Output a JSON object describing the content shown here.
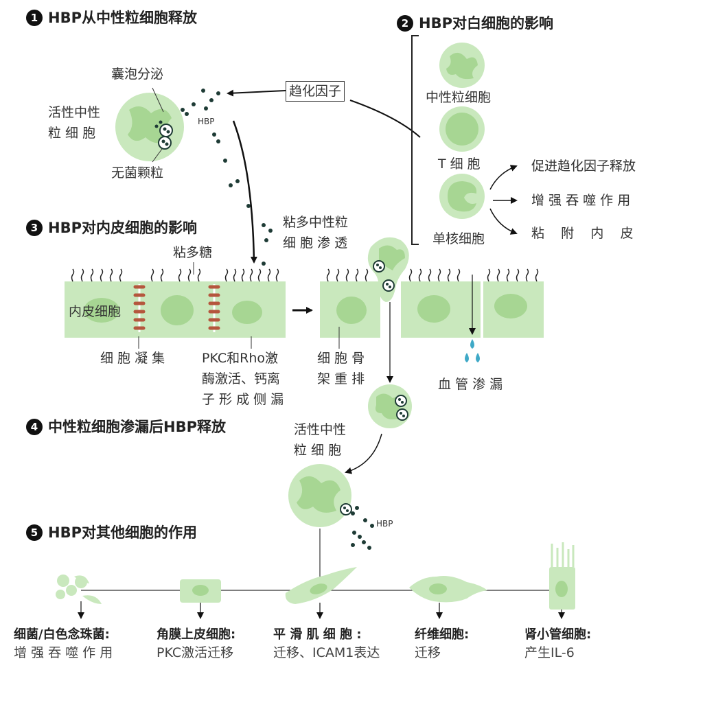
{
  "section1": {
    "number": "1",
    "title": "HBP从中性粒细胞释放"
  },
  "section2": {
    "number": "2",
    "title": "HBP对白细胞的影响"
  },
  "section3": {
    "number": "3",
    "title": "HBP对内皮细胞的影响"
  },
  "section4": {
    "number": "4",
    "title": "中性粒细胞渗漏后HBP释放"
  },
  "section5": {
    "number": "5",
    "title": "HBP对其他细胞的作用"
  },
  "labels": {
    "vesicle_secretion": "囊泡分泌",
    "active_neutrophil_1a": "活性中性",
    "active_neutrophil_1b": "粒 细 胞",
    "sterile_granule": "无菌颗粒",
    "hbp_1": "HBP",
    "chemokine": "趋化因子",
    "neutrophil": "中性粒细胞",
    "t_cell": "T 细 胞",
    "monocyte": "单核细胞",
    "effect_1": "促进趋化因子释放",
    "effect_2": "增 强 吞 噬 作 用",
    "effect_3": "粘    附    内    皮",
    "glycocalyx": "粘多糖",
    "adhesion_1": "粘多中性粒",
    "adhesion_2": "细 胞 渗 透",
    "endothelial": "内皮细胞",
    "aggregation": "细 胞 凝 集",
    "pkc_1": "PKC和Rho激",
    "pkc_2": "酶激活、钙离",
    "pkc_3": "子 形 成 侧 漏",
    "cytoskeleton_1": "细 胞 骨",
    "cytoskeleton_2": "架 重 排",
    "leak": "血 管 渗 漏",
    "active_neutrophil_2a": "活性中性",
    "active_neutrophil_2b": "粒 细 胞",
    "hbp_2": "HBP"
  },
  "bottom_targets": [
    {
      "title": "细菌/白色念珠菌:",
      "desc": "增 强 吞 噬 作 用"
    },
    {
      "title": "角膜上皮细胞:",
      "desc": "PKC激活迁移"
    },
    {
      "title": "平 滑 肌 细 胞 :",
      "desc": "迁移、ICAM1表达"
    },
    {
      "title": "纤维细胞:",
      "desc": "迁移"
    },
    {
      "title": "肾小管细胞:",
      "desc": "产生IL-6"
    }
  ],
  "colors": {
    "cell": "#c9e8bd",
    "nucleus": "#a7d693",
    "dots": "#1e3b35",
    "water": "#3fa9c7"
  }
}
